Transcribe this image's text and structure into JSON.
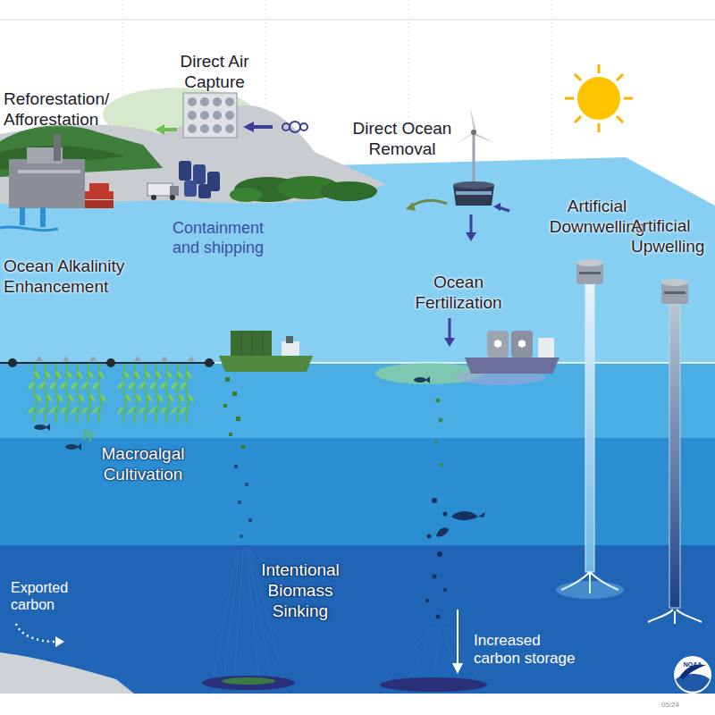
{
  "diagram": {
    "labels": [
      "Reforestation/ Afforestation",
      "Direct Air Capture",
      "Direct Ocean Removal",
      "Containment and shipping",
      "Artificial Downwelling",
      "Artificial Upwelling",
      "Ocean Alkalinity Enhancement",
      "Ocean Fertilization",
      "Macroalgal Cultivation",
      "Intentional Biomass Sinking",
      "Exported carbon",
      "Increased carbon storage",
      "NOAA",
      "05/24"
    ]
  }
}
